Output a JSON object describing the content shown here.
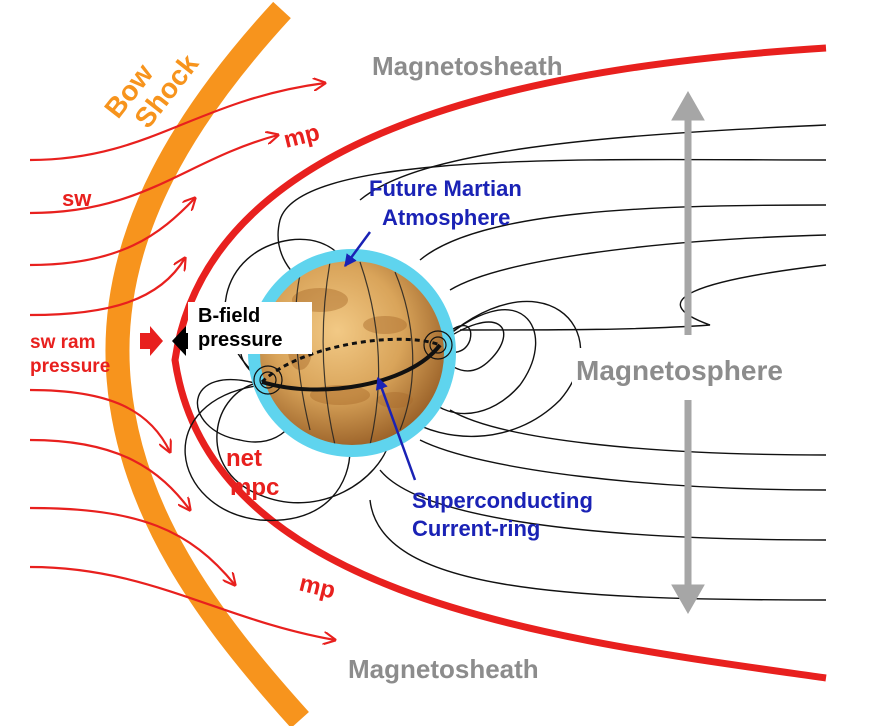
{
  "labels": {
    "bow_shock_line1": "Bow",
    "bow_shock_line2": "Shock",
    "magnetosheath_top": "Magnetosheath",
    "magnetosheath_bottom": "Magnetosheath",
    "mp_top": "mp",
    "mp_bottom": "mp",
    "sw": "sw",
    "sw_ram_line1": "sw ram",
    "sw_ram_line2": "pressure",
    "bfield_line1": "B-field",
    "bfield_line2": "pressure",
    "atmosphere_line1": "Future Martian",
    "atmosphere_line2": "Atmosphere",
    "magnetosphere": "Magnetosphere",
    "net_line1": "net",
    "net_line2": "mpc",
    "ring_line1": "Superconducting",
    "ring_line2": "Current-ring"
  },
  "colors": {
    "solar_wind": "#e8201e",
    "bow_shock": "#f7941d",
    "magnetopause": "#e8201e",
    "field_lines": "#111111",
    "annotation_blue": "#1a22b5",
    "magnetosphere_arrow": "#a6a6a6",
    "atmosphere": "#5fd4ee",
    "mars_surface": "#d9a45a"
  }
}
